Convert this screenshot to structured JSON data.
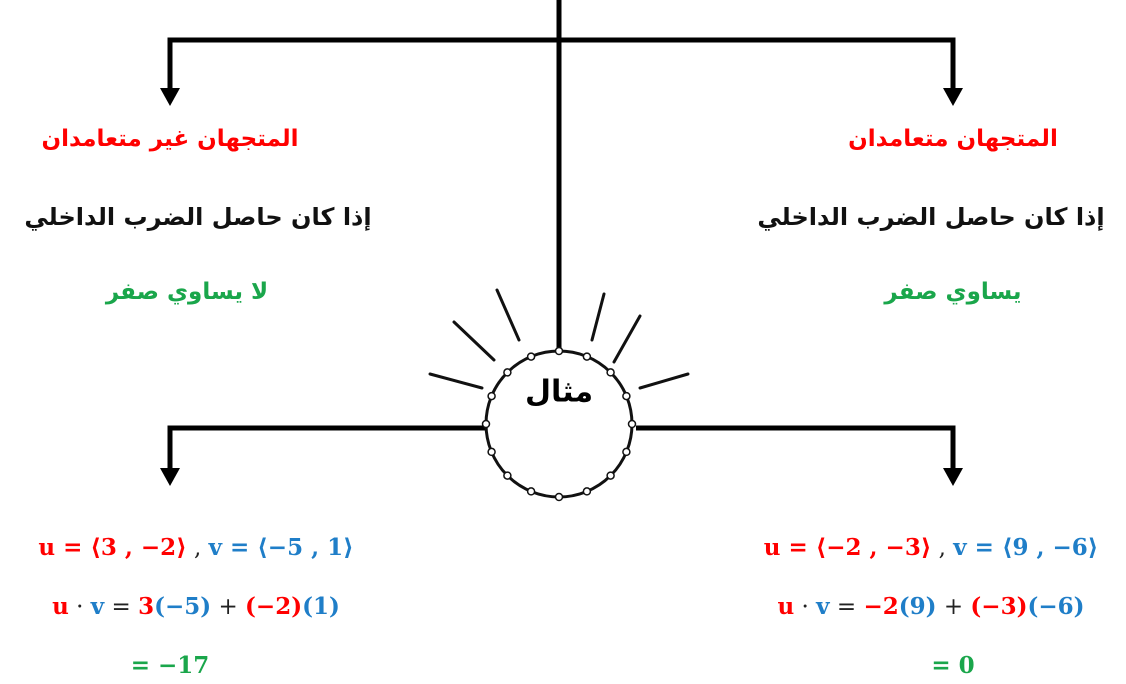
{
  "colors": {
    "red": "#ff0000",
    "green": "#1aa64b",
    "blue": "#1f7ec8",
    "line": "#000000"
  },
  "center": {
    "label": "مثال"
  },
  "right": {
    "heading": "المتجهان متعامدان",
    "condition": "إذا كان حاصل الضرب الداخلي",
    "result": "يساوي صفر",
    "line1": [
      {
        "t": "u",
        "c": "red"
      },
      {
        "t": " = ",
        "c": "red"
      },
      {
        "t": "⟨−2 , −3⟩",
        "c": "red"
      },
      {
        "t": " , ",
        "c": "dark"
      },
      {
        "t": "v",
        "c": "blue"
      },
      {
        "t": " = ⟨9 , −6⟩",
        "c": "blue"
      }
    ],
    "line2": [
      {
        "t": "u",
        "c": "red"
      },
      {
        "t": " · ",
        "c": "dark"
      },
      {
        "t": "v",
        "c": "blue"
      },
      {
        "t": " = ",
        "c": "dark"
      },
      {
        "t": "−2",
        "c": "red"
      },
      {
        "t": "(9)",
        "c": "blue"
      },
      {
        "t": " + ",
        "c": "dark"
      },
      {
        "t": "(−3)",
        "c": "red"
      },
      {
        "t": "(−6)",
        "c": "blue"
      }
    ],
    "line3": [
      {
        "t": "= 0",
        "c": "green"
      }
    ]
  },
  "left": {
    "heading": "المتجهان غير متعامدان",
    "condition": "إذا كان حاصل الضرب الداخلي",
    "result": "لا يساوي صفر",
    "line1": [
      {
        "t": "u = ⟨3 , −2⟩",
        "c": "red"
      },
      {
        "t": " , ",
        "c": "dark"
      },
      {
        "t": "v = ⟨−5 , 1⟩",
        "c": "blue"
      }
    ],
    "line2": [
      {
        "t": "u",
        "c": "red"
      },
      {
        "t": " · ",
        "c": "dark"
      },
      {
        "t": "v",
        "c": "blue"
      },
      {
        "t": " = ",
        "c": "dark"
      },
      {
        "t": "3",
        "c": "red"
      },
      {
        "t": "(−5)",
        "c": "blue"
      },
      {
        "t": " + ",
        "c": "dark"
      },
      {
        "t": "(−2)",
        "c": "red"
      },
      {
        "t": "(1)",
        "c": "blue"
      }
    ],
    "line3": [
      {
        "t": "= −17",
        "c": "green"
      }
    ]
  }
}
